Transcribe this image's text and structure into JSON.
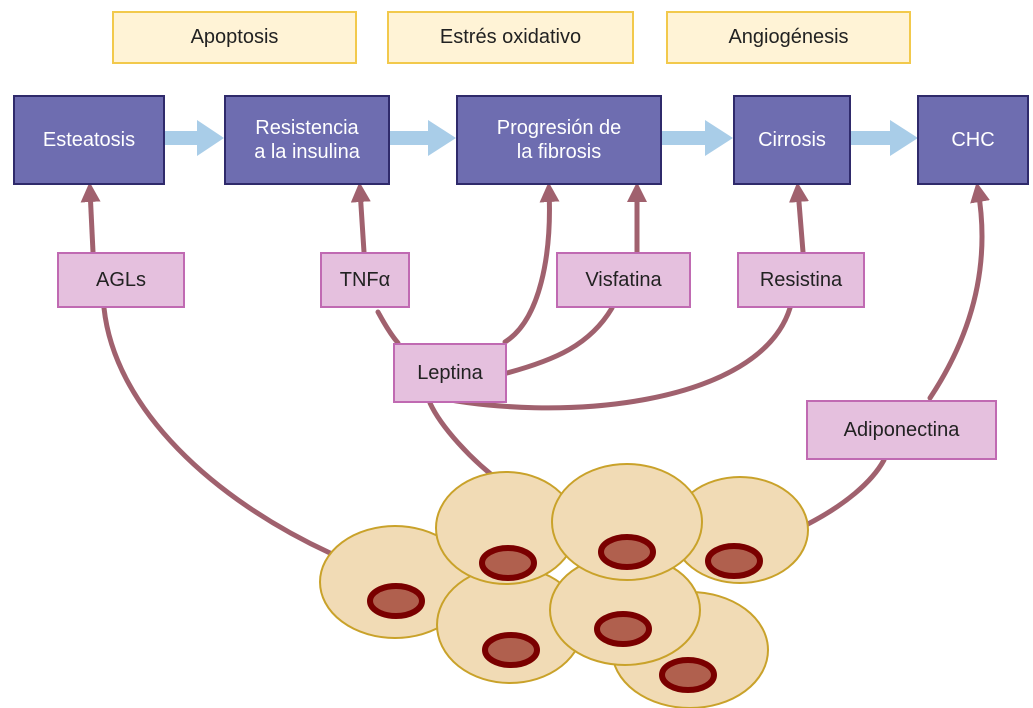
{
  "processes": [
    "Apoptosis",
    "Estrés oxidativo",
    "Angiogénesis"
  ],
  "stages": [
    "Esteatosis",
    "Resistencia\na la insulina",
    "Progresión de\nla fibrosis",
    "Cirrosis",
    "CHC"
  ],
  "factors": {
    "agls": "AGLs",
    "tnf": "TNFα",
    "visfatina": "Visfatina",
    "resistina": "Resistina",
    "leptina": "Leptina",
    "adiponectina": "Adiponectina"
  },
  "colors": {
    "stage_fill": "#6e6db0",
    "process_fill": "#fff3d6",
    "factor_fill": "#e5c0de",
    "curve": "#a0616e",
    "flow_arrow": "#a9cde8",
    "cell_fill": "#f1dbb5",
    "nucleus": "#b0604e"
  }
}
